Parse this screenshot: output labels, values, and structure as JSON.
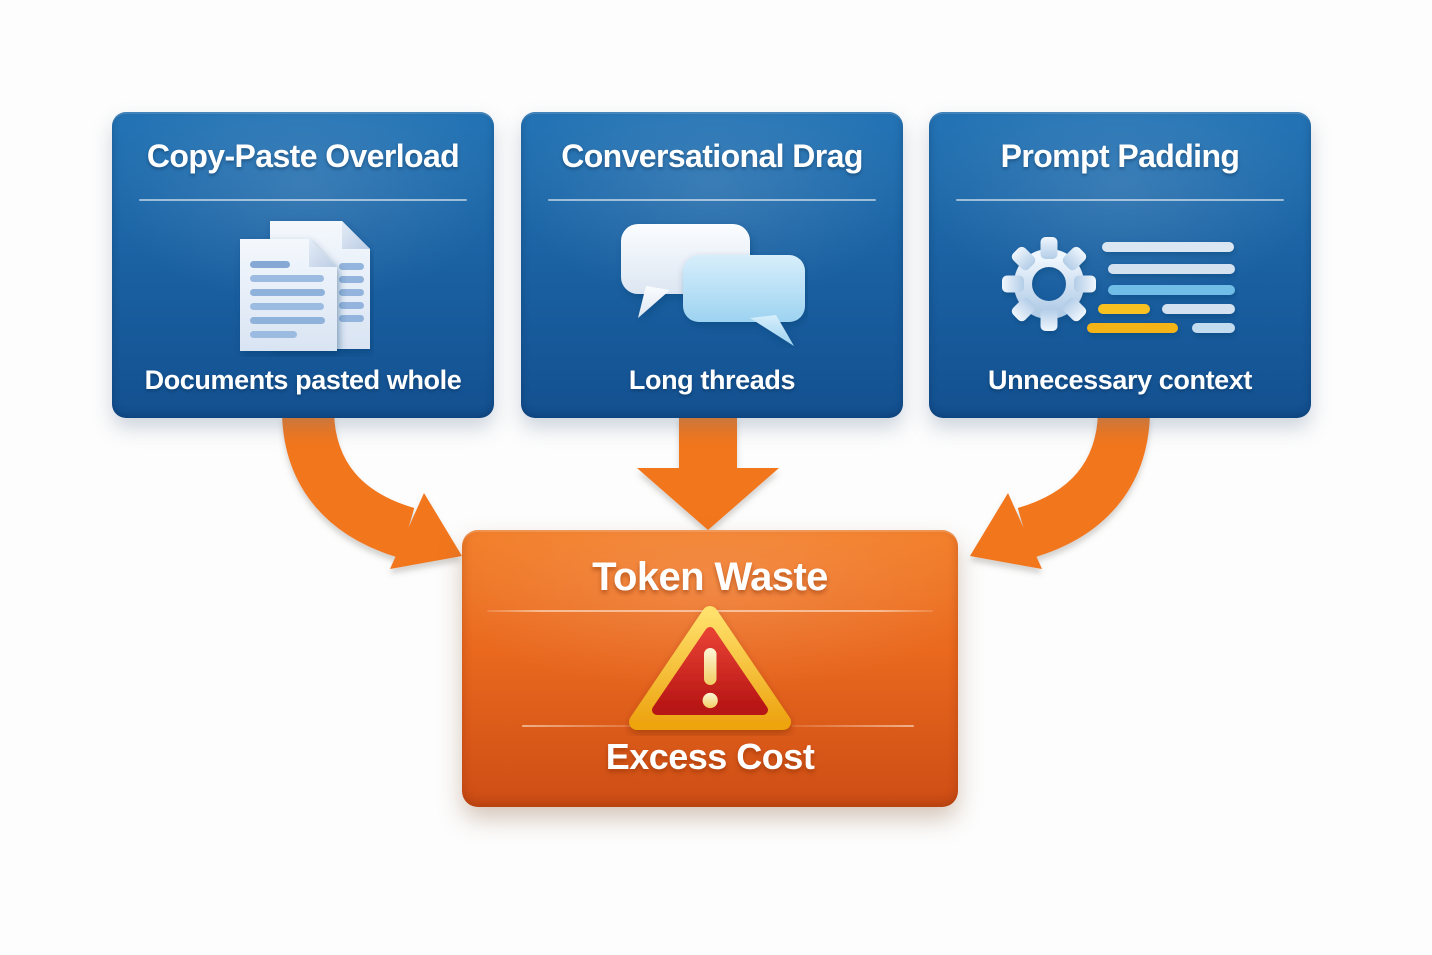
{
  "diagram": {
    "type": "cause-effect-flow",
    "background": "#fdfdfd",
    "cards": [
      {
        "title": "Copy-Paste Overload",
        "caption": "Documents pasted whole",
        "icon": "documents-icon"
      },
      {
        "title": "Conversational Drag",
        "caption": "Long threads",
        "icon": "chat-bubbles-icon"
      },
      {
        "title": "Prompt Padding",
        "caption": "Unnecessary context",
        "icon": "gear-list-icon"
      }
    ],
    "result": {
      "title": "Token Waste",
      "caption": "Excess Cost",
      "icon": "warning-triangle-icon"
    },
    "colors": {
      "card_blue_top": "#2474b5",
      "card_blue_bottom": "#135090",
      "result_orange_top": "#f3802b",
      "result_orange_bottom": "#cd4d15",
      "arrow_orange": "#f2761d",
      "warning_gold": "#f5b91a",
      "warning_red": "#cf2420",
      "accent_yellow": "#f7c120",
      "accent_light_blue": "#6fbde7",
      "text_white": "#ffffff"
    }
  }
}
